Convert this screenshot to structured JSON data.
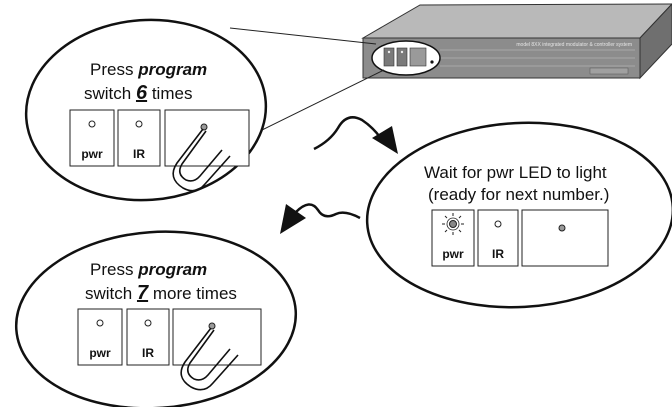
{
  "steps": [
    {
      "line1_prefix": "Press",
      "line1_emph": "program",
      "line2_prefix": "switch",
      "count": "6",
      "line2_suffix": "times"
    },
    {
      "line1": "Wait for pwr LED to light",
      "line2": "(ready for next number.)"
    },
    {
      "line1_prefix": "Press",
      "line1_emph": "program",
      "line2_prefix": "switch",
      "count": "7",
      "line2_suffix": "more times"
    }
  ],
  "panel": {
    "pwr_label": "pwr",
    "ir_label": "IR"
  },
  "device": {
    "model_text": "model 8XX integrated modulator & controller system"
  }
}
